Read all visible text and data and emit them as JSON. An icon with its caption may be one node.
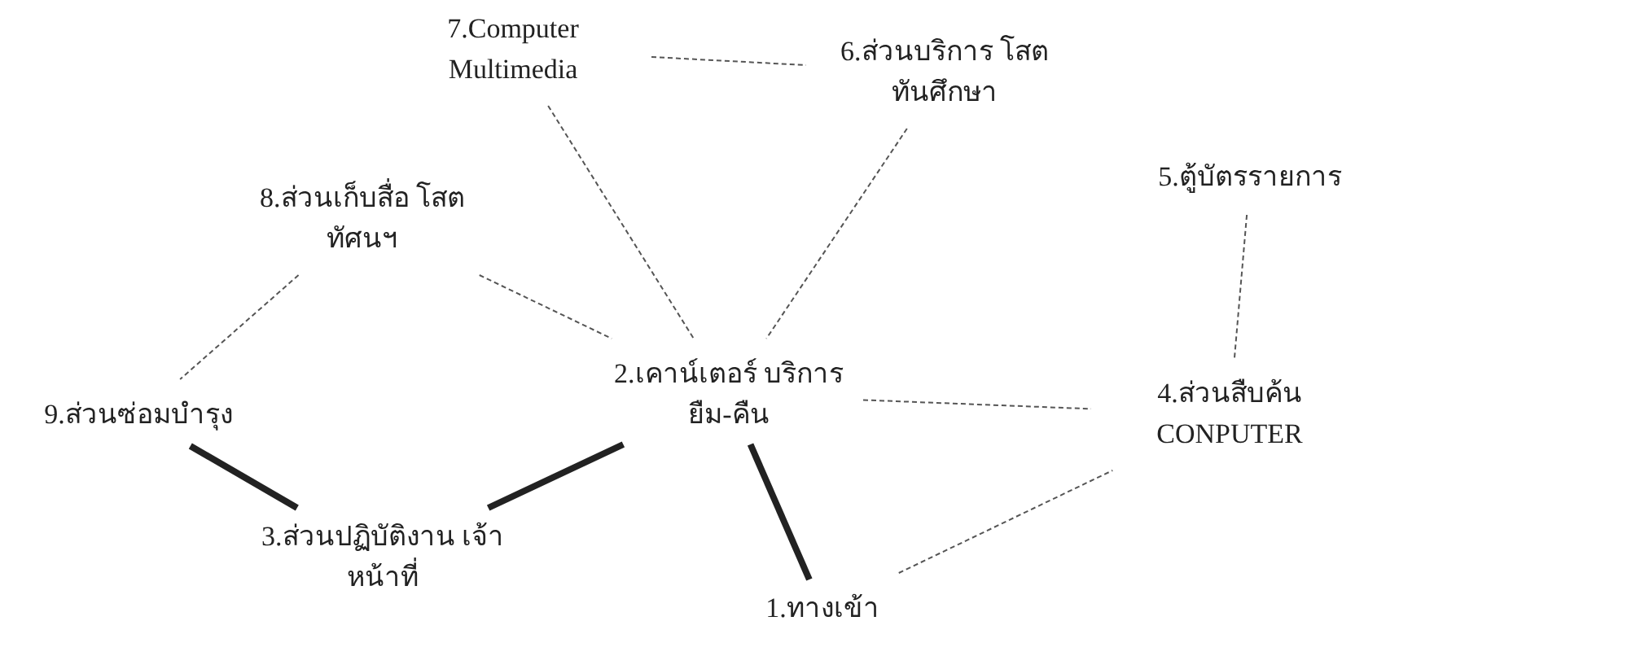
{
  "diagram": {
    "nodes": [
      {
        "text": [
          "1.ทางเข้า"
        ]
      },
      {
        "text": [
          "2.เคาน์เตอร์ บริการยืม-คืน"
        ]
      },
      {
        "text": [
          "3.ส่วนปฏิบัติงาน เจ้าหน้าที่"
        ]
      },
      {
        "text": [
          "4.ส่วนสืบค้น CONPUTER"
        ]
      },
      {
        "text": [
          "5.ตู้บัตรรายการ"
        ]
      },
      {
        "text": [
          "6.ส่วนบริการ โสตทันศึกษา"
        ]
      },
      {
        "text": [
          "7.Computer Multimedia"
        ]
      },
      {
        "text": [
          "8.ส่วนเก็บสื่อ โสตทัศนฯ"
        ]
      },
      {
        "text": [
          "9.ส่วนซ่อมบำรุง"
        ]
      }
    ],
    "edges": [
      {
        "from": 6,
        "to": 5,
        "arrow": "none",
        "style": "dashed"
      },
      {
        "from": 6,
        "to": 1,
        "arrow": "none",
        "style": "dashed"
      },
      {
        "from": 5,
        "to": 1,
        "arrow": "none",
        "style": "dashed"
      },
      {
        "from": 7,
        "to": 1,
        "arrow": "none",
        "style": "dashed"
      },
      {
        "from": 7,
        "to": 8,
        "arrow": "none",
        "style": "dashed"
      },
      {
        "from": 4,
        "to": 3,
        "arrow": "none",
        "style": "dashed"
      },
      {
        "from": 1,
        "to": 3,
        "arrow": "none",
        "style": "dashed"
      },
      {
        "from": 0,
        "to": 3,
        "arrow": "none",
        "style": "dashed"
      },
      {
        "from": 1,
        "to": 0,
        "arrow": "none",
        "style": "thick"
      },
      {
        "from": 8,
        "to": 2,
        "arrow": "none",
        "style": "thick"
      },
      {
        "from": 2,
        "to": 1,
        "arrow": "none",
        "style": "thick"
      }
    ]
  }
}
